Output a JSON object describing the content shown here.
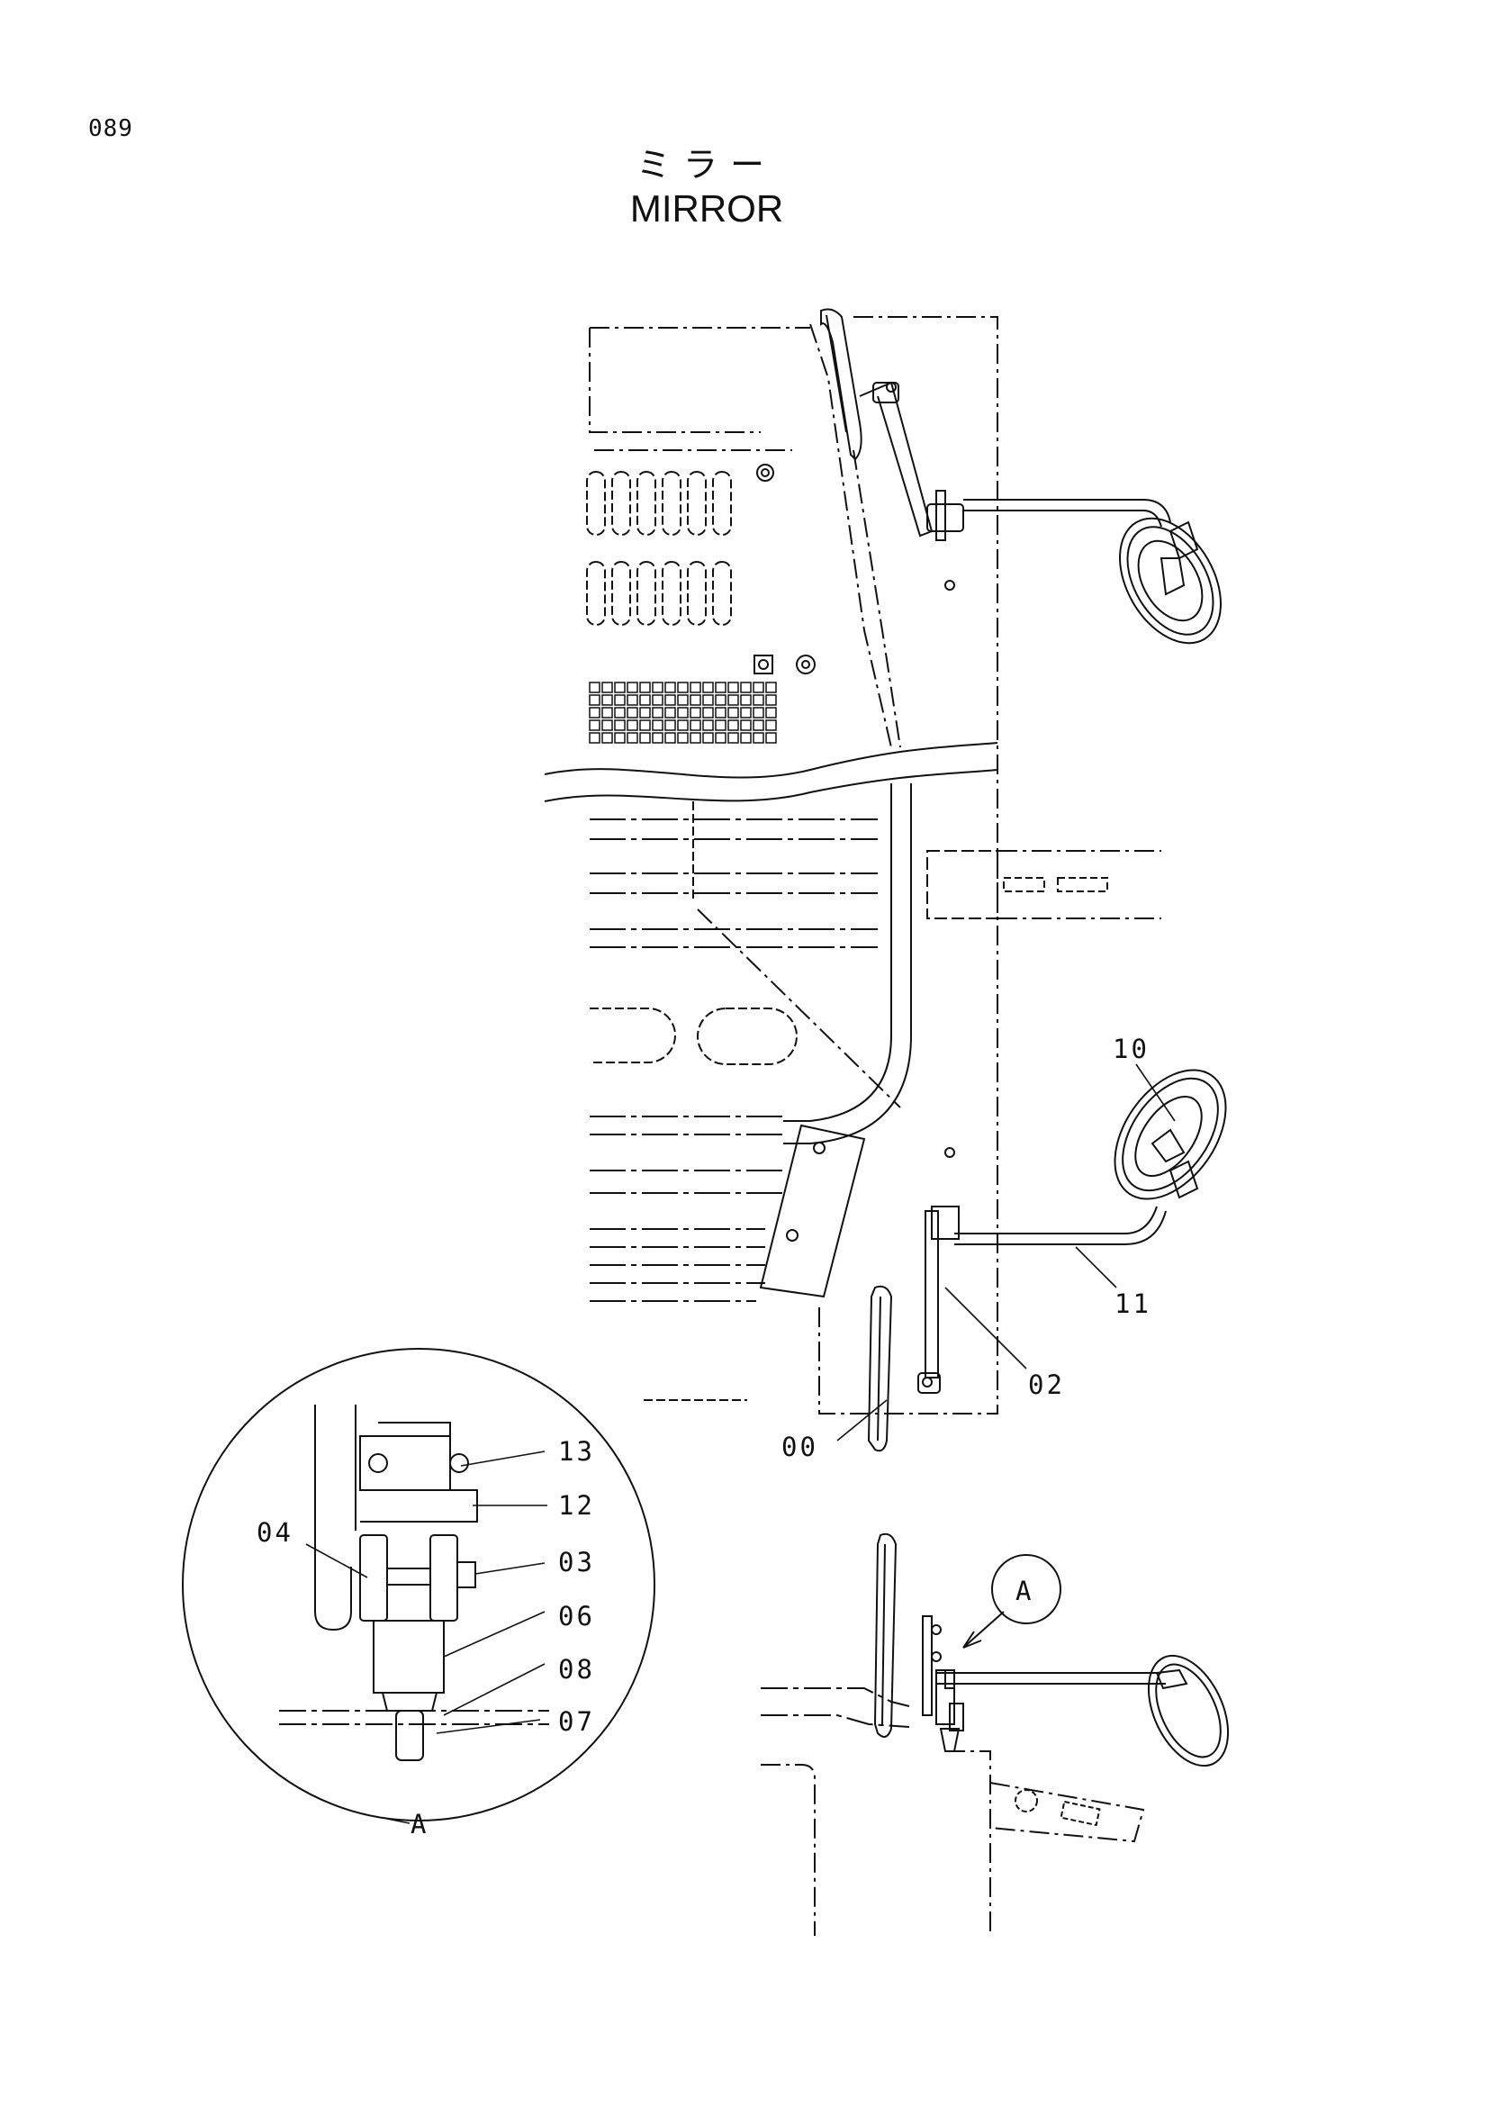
{
  "page_number": "089",
  "title_jp": "ミラー",
  "title_en": "MIRROR",
  "detail_label": "A",
  "parts": [
    {
      "id": "10",
      "label": "10"
    },
    {
      "id": "11",
      "label": "11"
    },
    {
      "id": "02",
      "label": "02"
    },
    {
      "id": "00",
      "label": "00"
    },
    {
      "id": "13",
      "label": "13"
    },
    {
      "id": "12",
      "label": "12"
    },
    {
      "id": "04",
      "label": "04"
    },
    {
      "id": "03",
      "label": "03"
    },
    {
      "id": "06",
      "label": "06"
    },
    {
      "id": "08",
      "label": "08"
    },
    {
      "id": "07",
      "label": "07"
    }
  ]
}
